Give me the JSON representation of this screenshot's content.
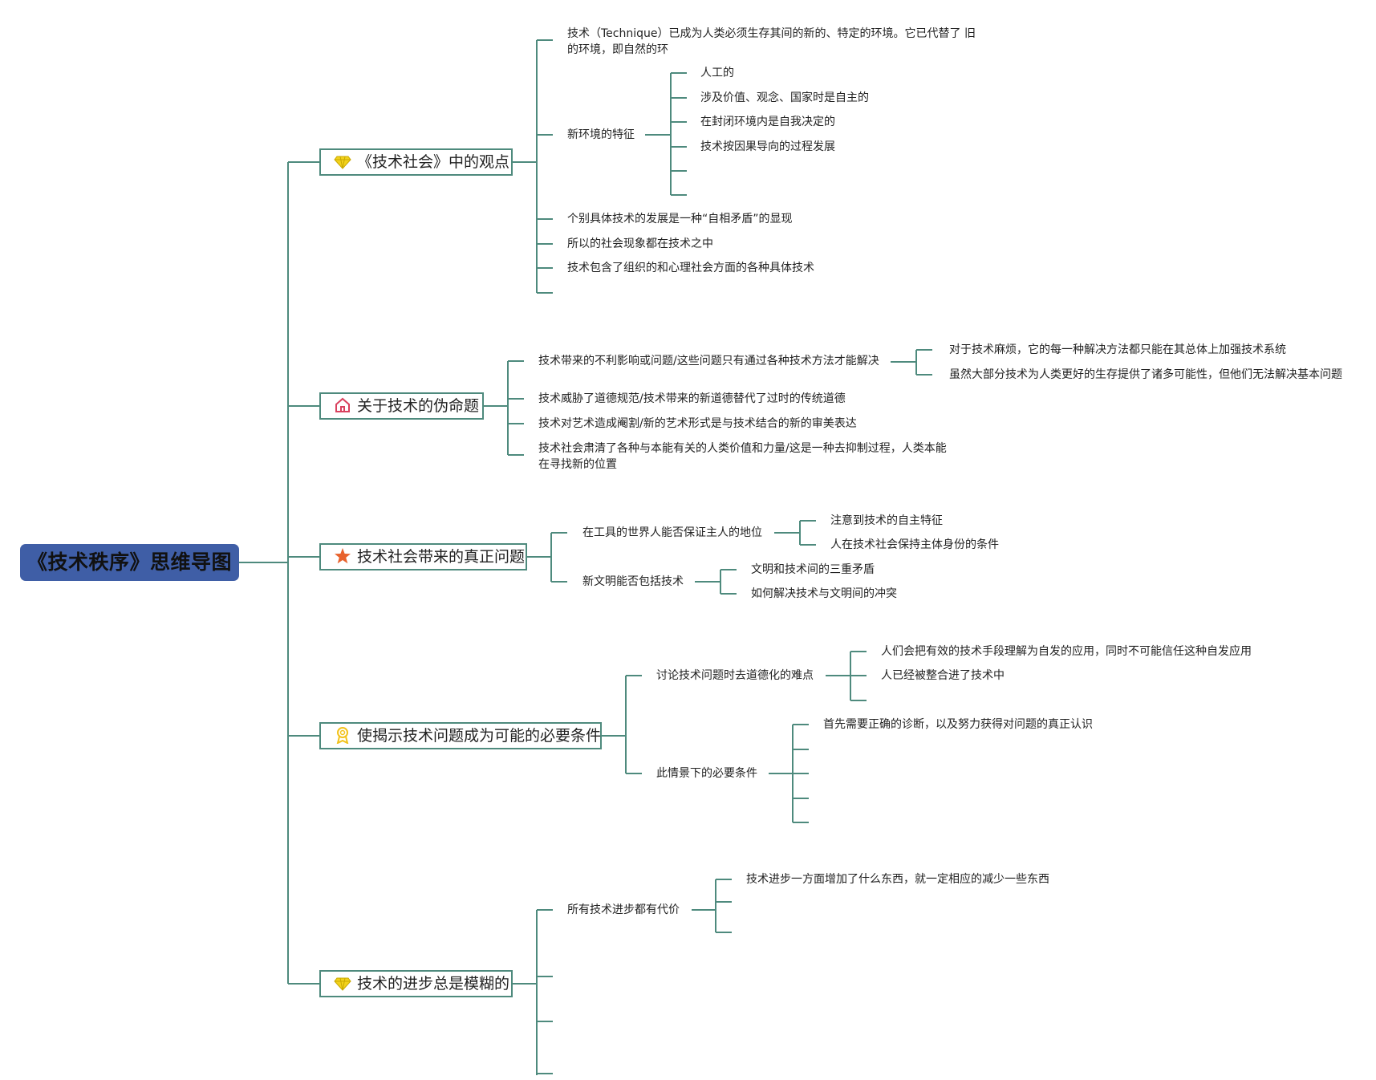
{
  "root": {
    "title": "《技术秩序》思维导图"
  },
  "branches": [
    {
      "title": "《技术社会》中的观点",
      "icon": "diamond-icon",
      "children": [
        {
          "text": "技术（Technique）已成为人类必须生存其间的新的、特定的环境。它已代替了 旧的环境，即自然的环"
        },
        {
          "text": "新环境的特征",
          "children": [
            "人工的",
            "涉及价值、观念、国家时是自主的",
            "在封闭环境内是自我决定的",
            "技术按因果导向的过程发展",
            "",
            ""
          ]
        },
        {
          "text": "个别具体技术的发展是一种“自相矛盾”的显现"
        },
        {
          "text": "所以的社会现象都在技术之中"
        },
        {
          "text": "技术包含了组织的和心理社会方面的各种具体技术"
        },
        {
          "text": ""
        }
      ]
    },
    {
      "title": "关于技术的伪命题",
      "icon": "house-icon",
      "children": [
        {
          "text": "技术带来的不利影响或问题/这些问题只有通过各种技术方法才能解决",
          "children": [
            "对于技术麻烦，它的每一种解决方法都只能在其总体上加强技术系统",
            "虽然大部分技术为人类更好的生存提供了诸多可能性，但他们无法解决基本问题"
          ]
        },
        {
          "text": "技术威胁了道德规范/技术带来的新道德替代了过时的传统道德"
        },
        {
          "text": "技术对艺术造成阉割/新的艺术形式是与技术结合的新的审美表达"
        },
        {
          "text": "技术社会肃清了各种与本能有关的人类价值和力量/这是一种去抑制过程，人类本能在寻找新的位置"
        }
      ]
    },
    {
      "title": "技术社会带来的真正问题",
      "icon": "star-icon",
      "children": [
        {
          "text": "在工具的世界人能否保证主人的地位",
          "children": [
            "注意到技术的自主特征",
            "人在技术社会保持主体身份的条件"
          ]
        },
        {
          "text": "新文明能否包括技术",
          "children": [
            "文明和技术间的三重矛盾",
            "如何解决技术与文明间的冲突"
          ]
        }
      ]
    },
    {
      "title": "使揭示技术问题成为可能的必要条件",
      "icon": "award-icon",
      "children": [
        {
          "text": "讨论技术问题时去道德化的难点",
          "children": [
            "人们会把有效的技术手段理解为自发的应用，同时不可能信任这种自发应用",
            "人已经被整合进了技术中",
            ""
          ]
        },
        {
          "text": "此情景下的必要条件",
          "children": [
            "首先需要正确的诊断，以及努力获得对问题的真正认识",
            "",
            "",
            "",
            ""
          ]
        }
      ]
    },
    {
      "title": "技术的进步总是模糊的",
      "icon": "diamond-icon",
      "children": [
        {
          "text": "所有技术进步都有代价",
          "children": [
            "技术进步一方面增加了什么东西，就一定相应的减少一些东西",
            "",
            ""
          ]
        },
        {
          "text": ""
        },
        {
          "text": ""
        },
        {
          "text": ""
        }
      ]
    }
  ],
  "colors": {
    "line": "#4e8a7d",
    "root_bg": "#3f5ea6",
    "diamond": "#f2d21b",
    "house": "#d9415e",
    "star": "#e8622c",
    "award": "#f2c21b"
  }
}
